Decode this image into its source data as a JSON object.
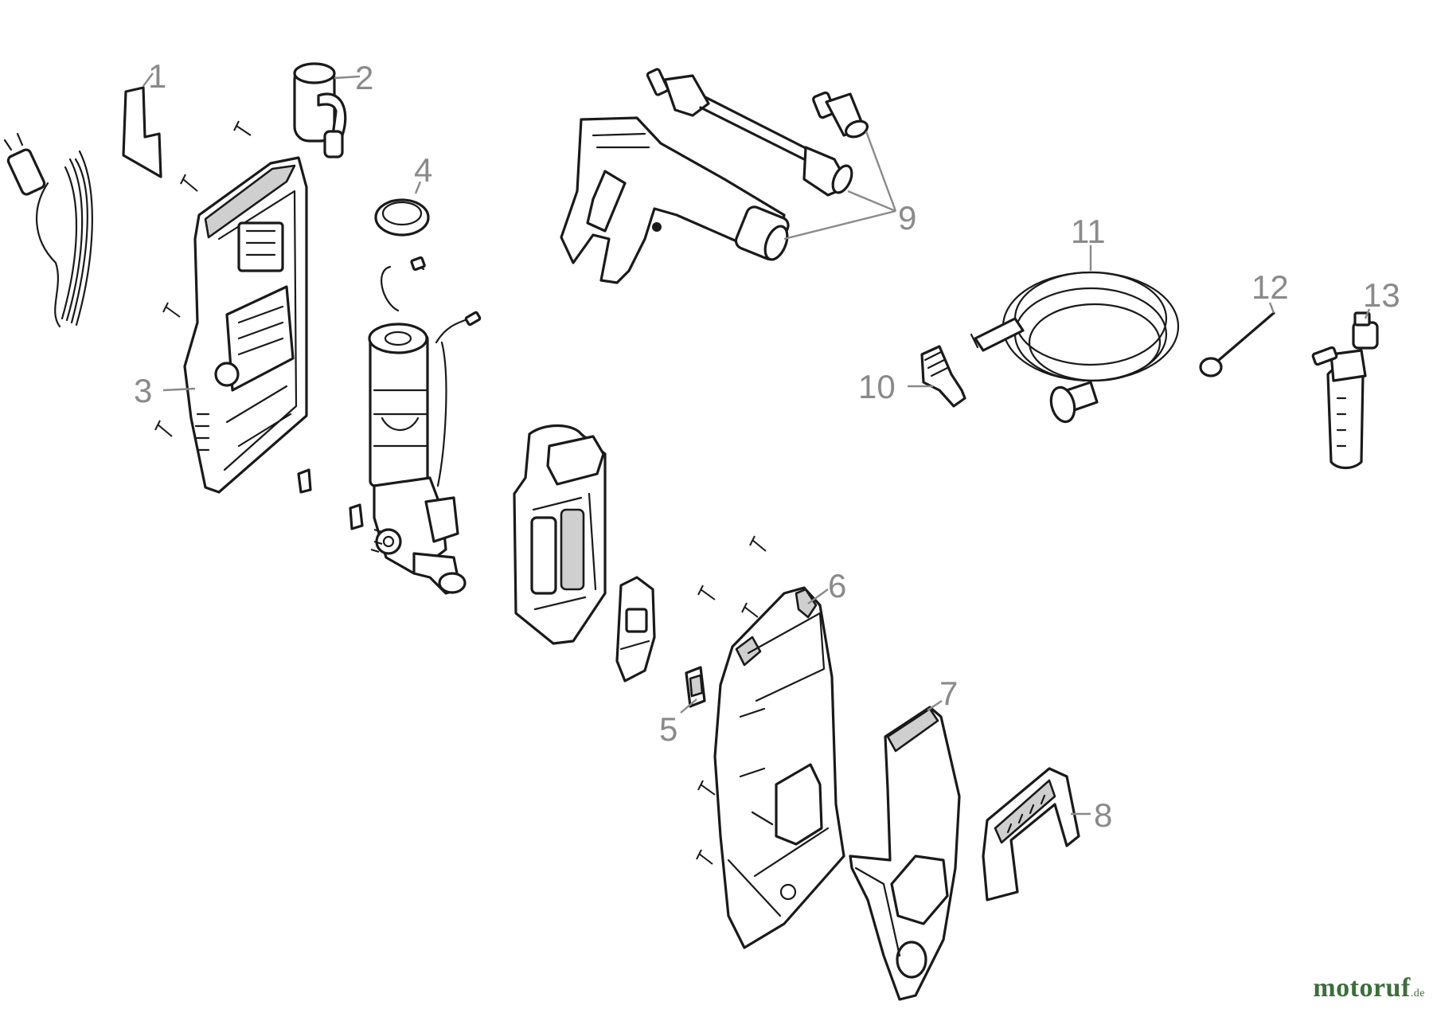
{
  "labels": [
    "1",
    "2",
    "3",
    "4",
    "5",
    "6",
    "7",
    "8",
    "9",
    "10",
    "11",
    "12",
    "13"
  ],
  "brand": {
    "name": "motoruf",
    "suffix": ".de",
    "color": "#3d6e3a"
  },
  "colors": {
    "line": "#1a1a1a",
    "label": "#8a8a8a",
    "background": "#ffffff"
  }
}
